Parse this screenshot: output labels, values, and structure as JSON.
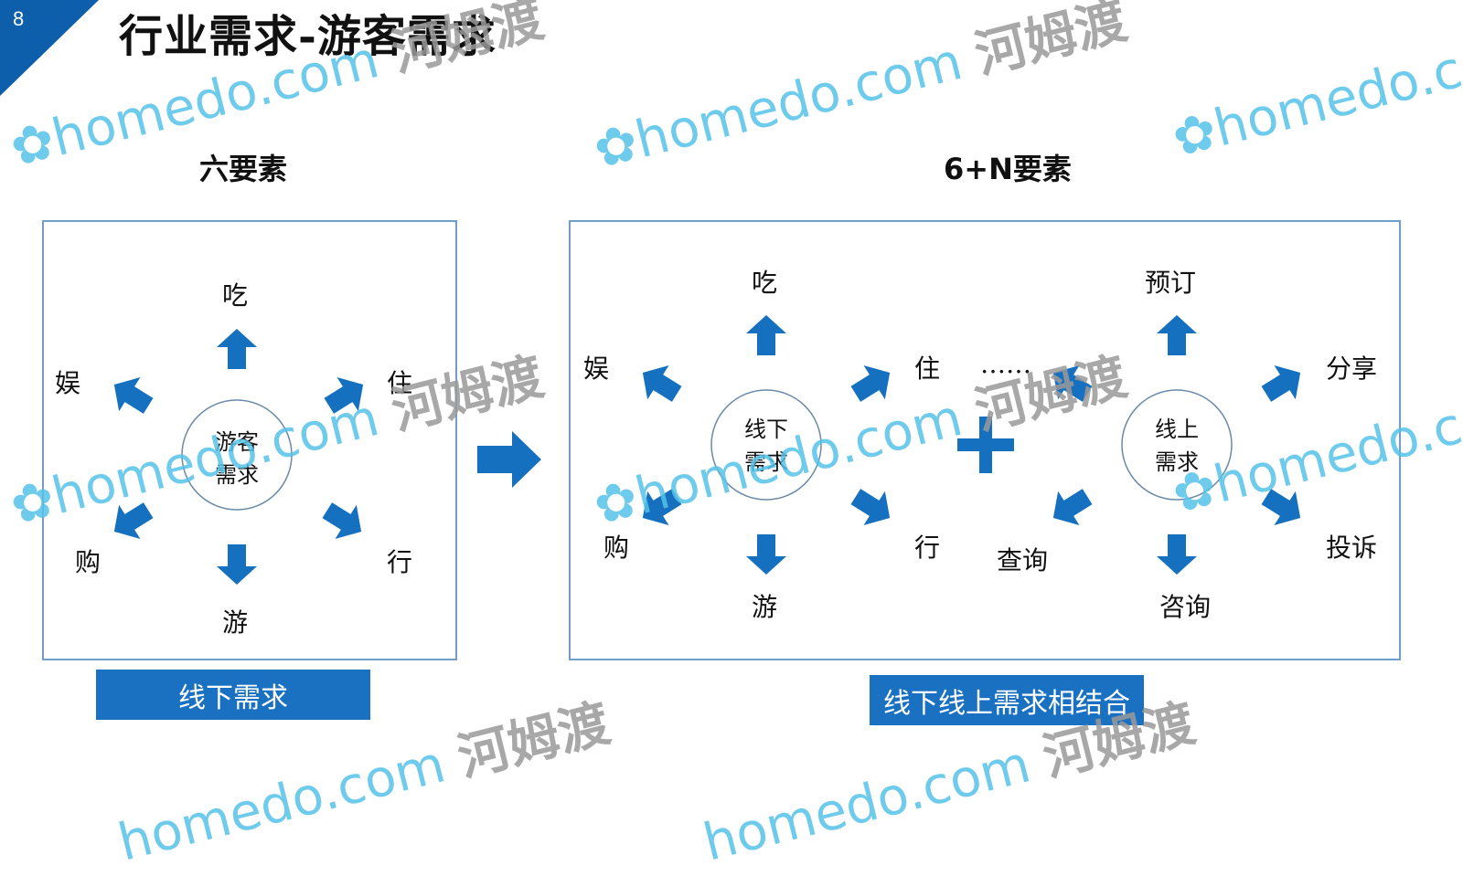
{
  "page_number": "8",
  "title": "行业需求-游客需求",
  "colors": {
    "accent": "#1a70c1",
    "arrow": "#1570c0",
    "border": "#6f9fc8",
    "circle": "#6a8aa8"
  },
  "left": {
    "heading": "六要素",
    "center": [
      "游客",
      "需求"
    ],
    "labels": {
      "top": "吃",
      "upper_left": "娱",
      "upper_right": "住",
      "lower_left": "购",
      "lower_right": "行",
      "bottom": "游"
    },
    "footer": "线下需求"
  },
  "right": {
    "heading": "6+N要素",
    "offline_center": [
      "线下",
      "需求"
    ],
    "online_center": [
      "线上",
      "需求"
    ],
    "offline_labels": {
      "top": "吃",
      "upper_left": "娱",
      "upper_right": "住",
      "lower_left": "购",
      "lower_right": "行",
      "bottom": "游"
    },
    "online_labels": {
      "top": "预订",
      "upper_left": "……",
      "upper_right": "分享",
      "lower_left": "查询",
      "lower_right": "投诉",
      "bottom": "咨询"
    },
    "footer": "线下线上需求相结合"
  },
  "icons": {
    "plus": "plus-icon",
    "flow_arrow": "right-arrow-icon"
  },
  "watermark": {
    "brand": "homedo",
    "domain": ".com",
    "cn": "河姆渡"
  }
}
